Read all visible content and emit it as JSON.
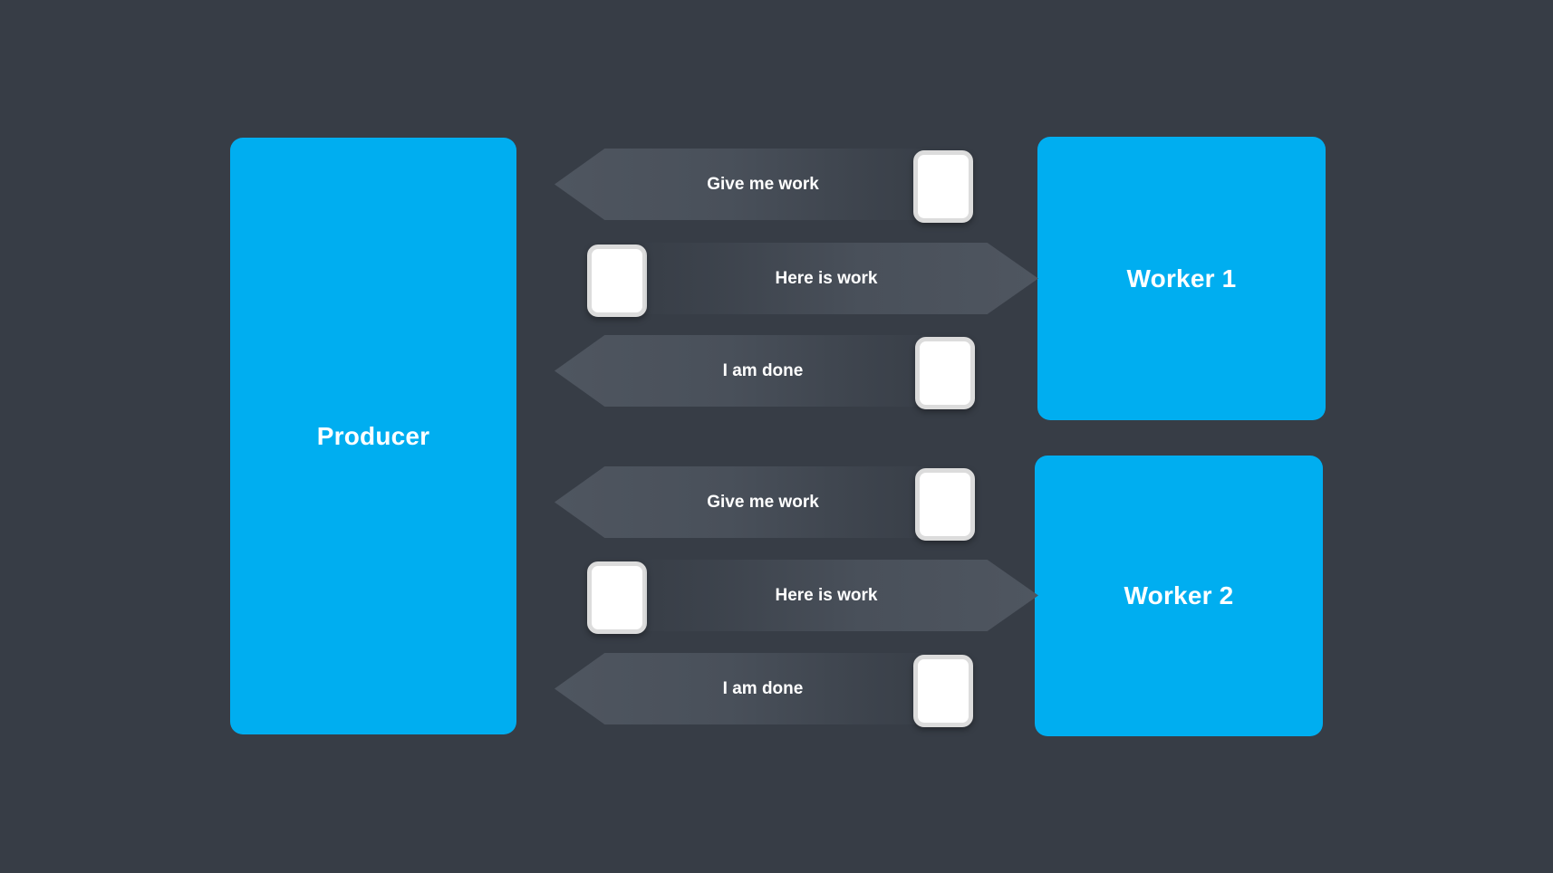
{
  "diagram": {
    "background_color": "#373D46",
    "node_color": "#00AEF0",
    "arrow_color": "#4f5660",
    "nodes": {
      "producer": {
        "label": "Producer"
      },
      "worker1": {
        "label": "Worker 1"
      },
      "worker2": {
        "label": "Worker 2"
      }
    },
    "messages": [
      {
        "label": "Give me work",
        "direction": "left",
        "from": "worker1",
        "to": "producer"
      },
      {
        "label": "Here is work",
        "direction": "right",
        "from": "producer",
        "to": "worker1"
      },
      {
        "label": "I am done",
        "direction": "left",
        "from": "worker1",
        "to": "producer"
      },
      {
        "label": "Give me work",
        "direction": "left",
        "from": "worker2",
        "to": "producer"
      },
      {
        "label": "Here is work",
        "direction": "right",
        "from": "producer",
        "to": "worker2"
      },
      {
        "label": "I am done",
        "direction": "left",
        "from": "worker2",
        "to": "producer"
      }
    ],
    "icons": {
      "envelope": "message-envelope-icon"
    }
  }
}
